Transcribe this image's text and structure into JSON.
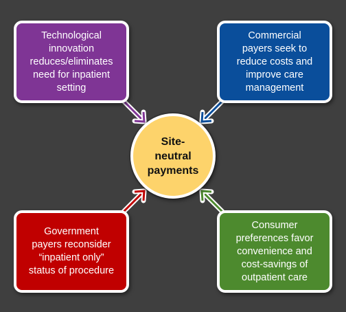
{
  "center": {
    "label": "Site-\nneutral\npayments",
    "color": "#fdd36b"
  },
  "drivers": {
    "top_left": {
      "text": "Technological\ninnovation\nreduces/eliminates\nneed for inpatient\nsetting",
      "color": "#7f3595"
    },
    "top_right": {
      "text": "Commercial\npayers seek to\nreduce costs and\nimprove care\nmanagement",
      "color": "#0a4e9b"
    },
    "bottom_left": {
      "text": "Government\npayers reconsider\n“inpatient only”\nstatus of procedure",
      "color": "#c00000"
    },
    "bottom_right": {
      "text": "Consumer\npreferences favor\nconvenience and\ncost-savings of\noutpatient care",
      "color": "#4d8a2e"
    }
  },
  "colors": {
    "background": "#3f3f3f",
    "border": "#ffffff"
  }
}
